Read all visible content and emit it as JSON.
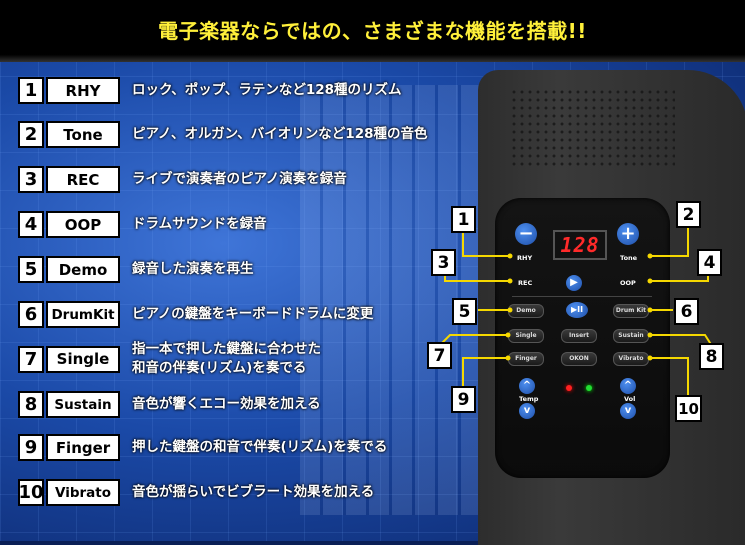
{
  "title": "電子楽器ならではの、さまざまな機能を搭載!!",
  "features": [
    {
      "num": "1",
      "label": "RHY",
      "desc": [
        "ロック、ポップ、ラテンなど128種のリズム"
      ]
    },
    {
      "num": "2",
      "label": "Tone",
      "desc": [
        "ピアノ、オルガン、バイオリンなど128種の音色"
      ]
    },
    {
      "num": "3",
      "label": "REC",
      "desc": [
        "ライブで演奏者のピアノ演奏を録音"
      ]
    },
    {
      "num": "4",
      "label": "OOP",
      "desc": [
        "ドラムサウンドを録音"
      ]
    },
    {
      "num": "5",
      "label": "Demo",
      "desc": [
        "録音した演奏を再生"
      ]
    },
    {
      "num": "6",
      "label": "DrumKit",
      "desc": [
        "ピアノの鍵盤をキーボードドラムに変更"
      ]
    },
    {
      "num": "7",
      "label": "Single",
      "desc": [
        "指一本で押した鍵盤に合わせた",
        "和音の伴奏(リズム)を奏でる"
      ]
    },
    {
      "num": "8",
      "label": "Sustain",
      "desc": [
        "音色が響くエコー効果を加える"
      ]
    },
    {
      "num": "9",
      "label": "Finger",
      "desc": [
        "押した鍵盤の和音で伴奏(リズム)を奏でる"
      ]
    },
    {
      "num": "10",
      "label": "Vibrato",
      "desc": [
        "音色が揺らいでビブラート効果を加える"
      ]
    }
  ],
  "device": {
    "display": "128",
    "minus": "−",
    "plus": "+",
    "play": "▶",
    "playpause": "▶II",
    "up": "^",
    "down": "v",
    "labels": {
      "rhy": "RHY",
      "tone": "Tone",
      "rec": "REC",
      "oop": "OOP",
      "demo": "Demo",
      "drumkit": "Drum Kit",
      "single": "Single",
      "insert": "Insert",
      "sustain": "Sustain",
      "finger": "Finger",
      "okon": "OKON",
      "vibrato": "Vibrato",
      "temp": "Temp",
      "vol": "Vol"
    },
    "callouts": [
      "1",
      "2",
      "3",
      "4",
      "5",
      "6",
      "7",
      "8",
      "9",
      "10"
    ]
  },
  "colors": {
    "title": "#fff03a",
    "accent_blue": "#2f6ad0",
    "display_red": "#ff2a2a",
    "led_red": "#ff2020",
    "led_green": "#22dd33",
    "callout_line": "#f5d800"
  }
}
